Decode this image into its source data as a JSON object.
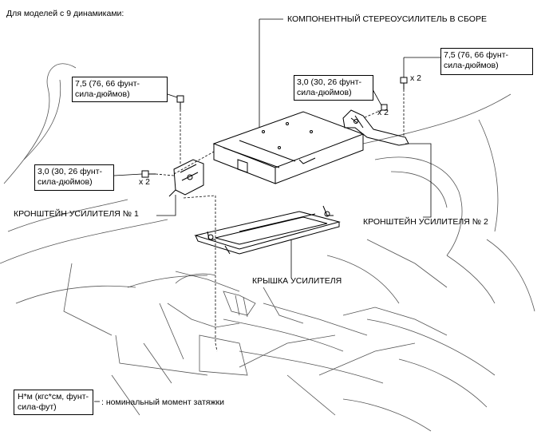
{
  "header_note": "Для моделей с 9 динамиками:",
  "labels": {
    "amplifier_assembly": "КОМПОНЕНТНЫЙ СТЕРЕОУСИЛИТЕЛЬ В СБОРЕ",
    "bracket_1": "КРОНШТЕЙН УСИЛИТЕЛЯ № 1",
    "bracket_2": "КРОНШТЕЙН УСИЛИТЕЛЯ № 2",
    "amplifier_cover": "КРЫШКА УСИЛИТЕЛЯ"
  },
  "torque_specs": {
    "bracket2_top": [
      "7,5 (76, 66 фунт-",
      "сила-дюймов)"
    ],
    "bracket2_side": [
      "3,0 (30, 26 фунт-",
      "сила-дюймов)"
    ],
    "bracket1_top": [
      "7,5 (76, 66 фунт-",
      "сила-дюймов)"
    ],
    "bracket1_side": [
      "3,0 (30, 26 фунт-",
      "сила-дюймов)"
    ]
  },
  "multipliers": {
    "bracket2_top": "x 2",
    "bracket2_side": "x 2",
    "bracket1_side": "x 2"
  },
  "legend": {
    "unit_lines": [
      "Н*м (кгс*см, фунт-",
      "сила-фут)"
    ],
    "description": ": номинальный момент затяжки"
  }
}
